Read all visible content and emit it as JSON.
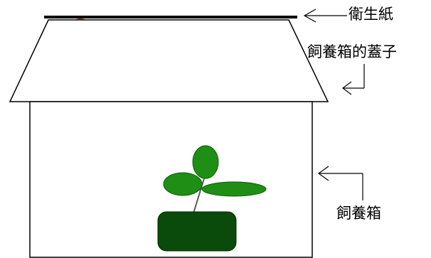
{
  "labels": {
    "tissue_paper": "衛生紙",
    "box_lid": "飼養箱的蓋子",
    "breeding_box": "飼養箱"
  },
  "colors": {
    "line": "#000000",
    "tissue_paper_bar": "#000000",
    "insect": "#a0521f",
    "leaf": "#1e8f14",
    "stem": "#5a5a5a",
    "pot": "#0a4a0a",
    "background": "#ffffff"
  }
}
